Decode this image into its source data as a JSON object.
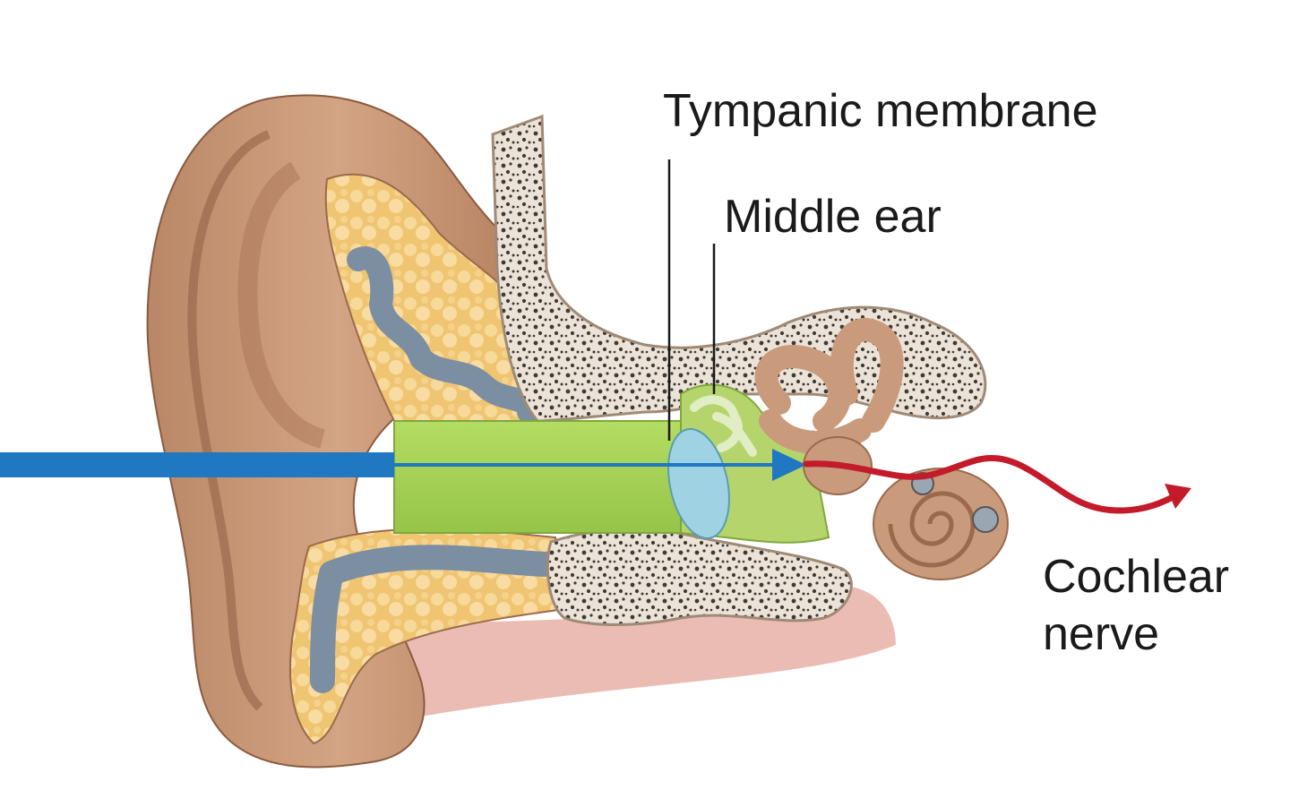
{
  "labels": {
    "tympanic_membrane": "Tympanic membrane",
    "middle_ear": "Middle ear",
    "cochlear_nerve_line1": "Cochlear",
    "cochlear_nerve_line2": "nerve"
  },
  "colors": {
    "auricle": "#c49373",
    "auricle_shadow": "#9e6e52",
    "canal": "#a9d55a",
    "tympanic_membrane": "#9fd3e3",
    "bone": "#ece3d8",
    "bone_dots": "#3f3a34",
    "cartilage_fat": "#f2c877",
    "blue_tissue": "#7c8ea2",
    "inner_ear": "#c99a7c",
    "sound_arrow": "#1f78c1",
    "nerve_arrow": "#c41b2a",
    "soft_tissue": "#e7a8a0",
    "label_text": "#1a1a1a"
  },
  "arrows": {
    "sound_wave": "blue-arrow",
    "nerve_signal": "red-arrow"
  }
}
